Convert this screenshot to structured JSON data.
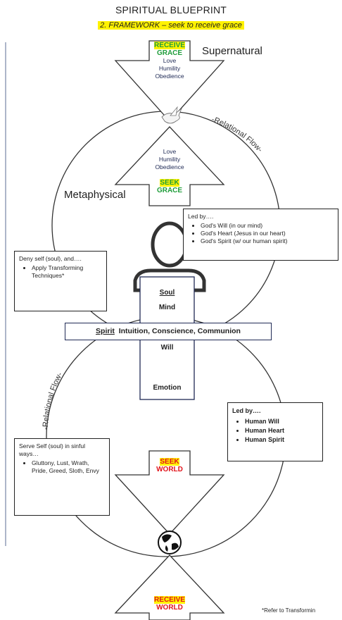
{
  "header": {
    "title": "SPIRITUAL BLUEPRINT",
    "subtitle": "2. FRAMEWORK – seek to receive grace"
  },
  "top_arrow": {
    "receive": "RECEIVE",
    "grace": "GRACE",
    "virtues": [
      "Love",
      "Humility",
      "Obedience"
    ]
  },
  "supernatural_label": "Supernatural",
  "upper_arrow": {
    "virtues": [
      "Love",
      "Humility",
      "Obedience"
    ],
    "seek": "SEEK",
    "grace": "GRACE"
  },
  "metaphysical_label": "Metaphysical",
  "relational_flow_upper": "-Relational Flow-",
  "relational_flow_lower": "-Relational Flow-",
  "led_by_god": {
    "heading": "Led by….",
    "items": [
      "God's Will (in our mind)",
      "God's Heart (Jesus in our heart)",
      "God's Spirit (w/ our human spirit)"
    ]
  },
  "deny_self": {
    "heading": "Deny self (soul), and….",
    "items": [
      "Apply Transforming Techniques*"
    ]
  },
  "soul_column": {
    "soul": "Soul",
    "mind": "Mind",
    "will": "Will",
    "emotion": "Emotion"
  },
  "spirit_bar": {
    "spirit": "Spirit",
    "rest": "Intuition, Conscience, Communion"
  },
  "led_by_human": {
    "heading": "Led by….",
    "items": [
      "Human Will",
      "Human Heart",
      "Human Spirit"
    ]
  },
  "serve_self": {
    "heading": "Serve Self (soul) in sinful ways…",
    "items": [
      "Gluttony, Lust, Wrath, Pride, Greed, Sloth, Envy"
    ]
  },
  "lower_arrow": {
    "seek": "SEEK",
    "world": "WORLD"
  },
  "bottom_arrow": {
    "receive": "RECEIVE",
    "world": "WORLD"
  },
  "footnote": "*Refer to Transformin",
  "colors": {
    "highlight": "#fff200",
    "grace_green": "#1f9d3a",
    "world_red": "#e1141b",
    "navy": "#1f2a55"
  },
  "icons": {
    "dove": "dove-icon",
    "globe": "globe-icon",
    "person": "person-icon"
  }
}
